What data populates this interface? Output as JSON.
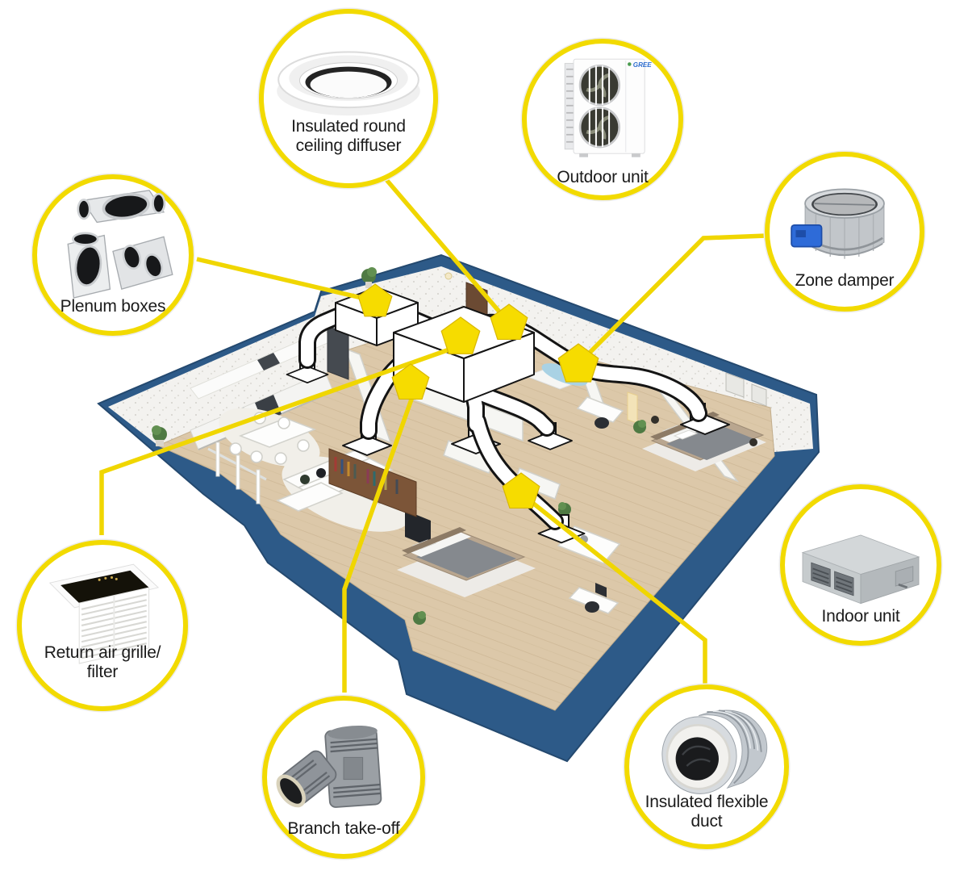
{
  "diagram": {
    "title_present": false,
    "background": "#ffffff",
    "accent_yellow": "#F2DA00",
    "marker_color": "#F6DC00",
    "marker_shape": "pentagon",
    "marker_count": 6,
    "wall_blue": "#2D5A88",
    "floor_wood": "#DCC8A9",
    "subject": "ducted-air-conditioning-system-cutaway-apartment"
  },
  "callouts": [
    {
      "id": "insulated-round-ceiling-diffuser",
      "label": "Insulated round",
      "label2": "ceiling diffuser"
    },
    {
      "id": "outdoor-unit",
      "label": "Outdoor unit",
      "brand": "GREE"
    },
    {
      "id": "zone-damper",
      "label": "Zone damper"
    },
    {
      "id": "plenum-boxes",
      "label": "Plenum boxes"
    },
    {
      "id": "return-air-grille-filter",
      "label": "Return air grille/",
      "label2": "filter"
    },
    {
      "id": "branch-take-off",
      "label": "Branch take-off"
    },
    {
      "id": "insulated-flexible-duct",
      "label": "Insulated flexible",
      "label2": "duct"
    },
    {
      "id": "indoor-unit",
      "label": "Indoor unit"
    }
  ]
}
